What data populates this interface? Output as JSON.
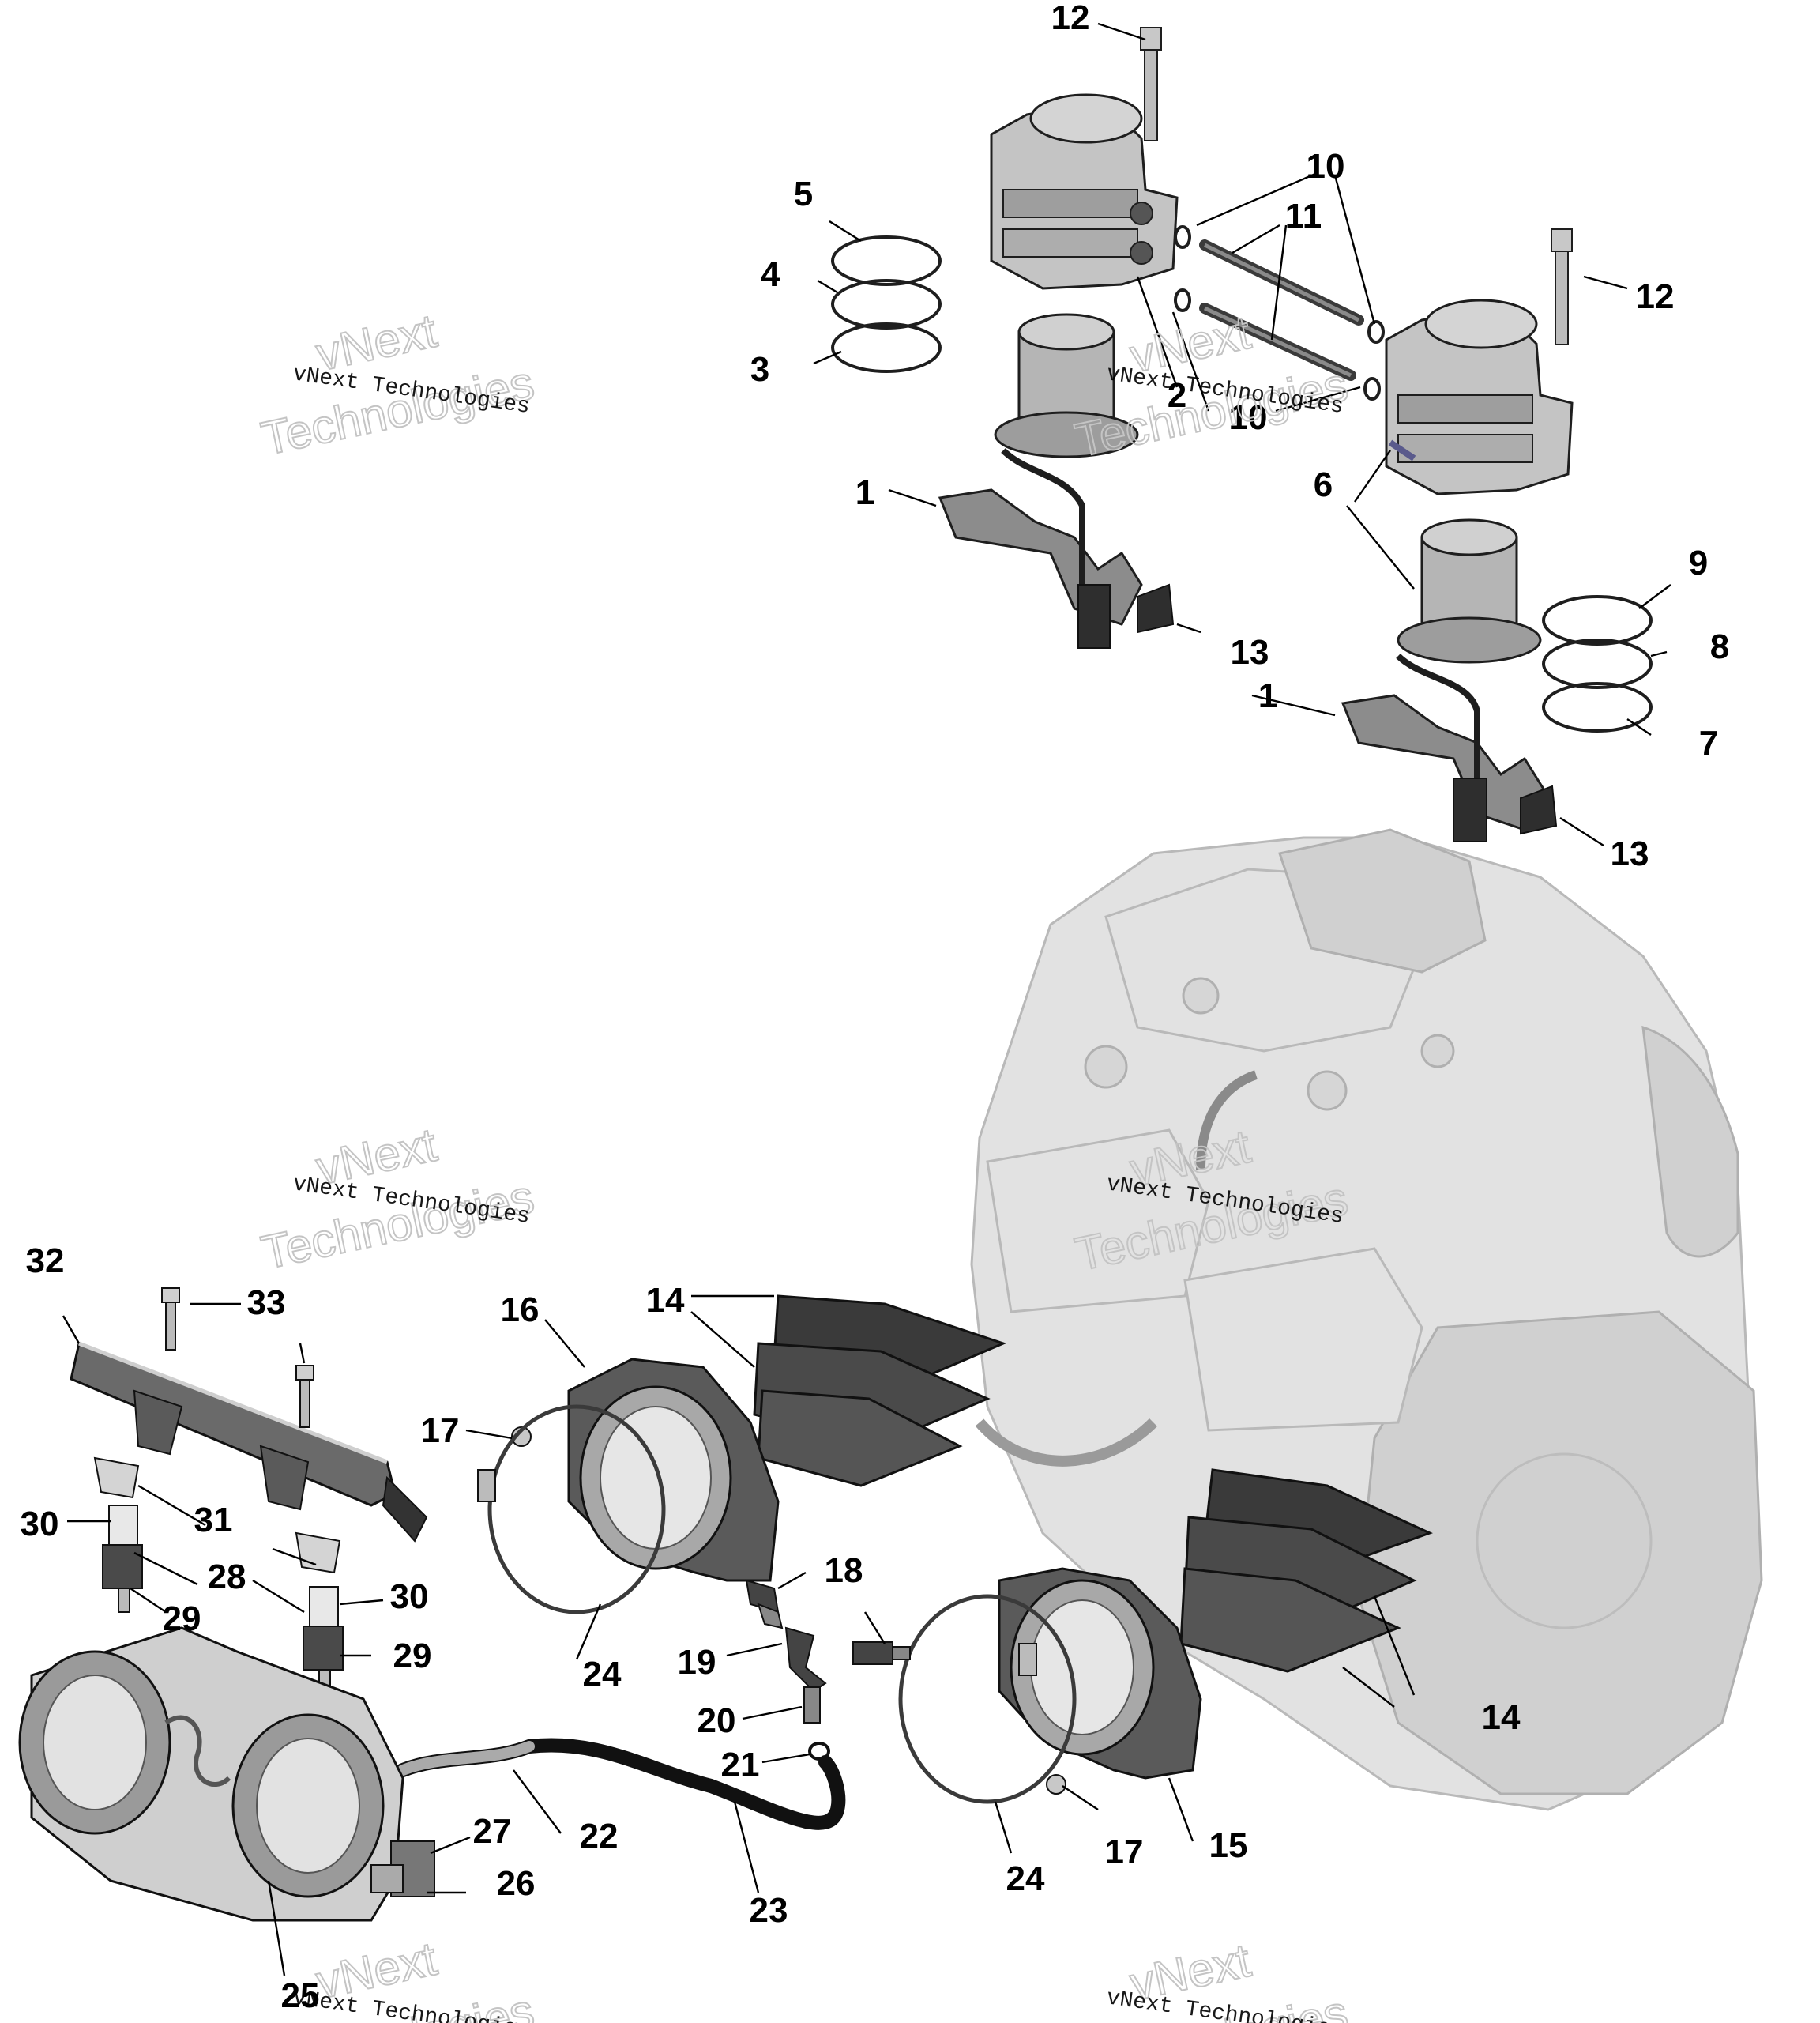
{
  "watermark": {
    "line_small": "vNext Technologies",
    "line_big_1": "vNext",
    "line_big_2": "Technologies"
  },
  "callouts": [
    "1",
    "1",
    "2",
    "3",
    "4",
    "5",
    "6",
    "7",
    "8",
    "9",
    "10",
    "10",
    "11",
    "12",
    "12",
    "13",
    "13",
    "14",
    "14",
    "15",
    "16",
    "17",
    "17",
    "18",
    "19",
    "20",
    "21",
    "22",
    "23",
    "24",
    "24",
    "25",
    "26",
    "27",
    "28",
    "29",
    "29",
    "30",
    "30",
    "31",
    "32",
    "33"
  ],
  "colors": {
    "ink": "#000000",
    "part_dark": "#3a3a3a",
    "part_mid": "#8c8c8c",
    "part_light": "#bdbdbd",
    "engine_ghost": "#dedede",
    "accent_blue": "#5a5a8c"
  }
}
